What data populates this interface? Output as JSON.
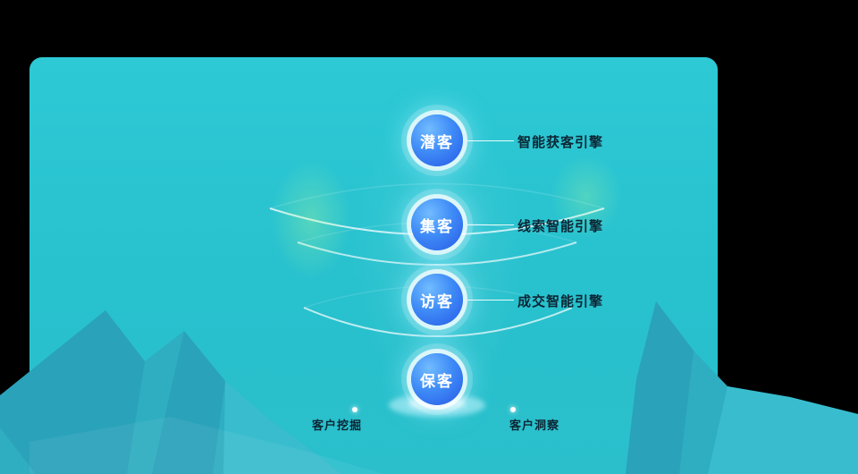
{
  "page": {
    "background_color": "#000000",
    "panel_color": "#29c2cf"
  },
  "funnel": {
    "stages": [
      {
        "label": "潜客",
        "engine": "智能获客引擎"
      },
      {
        "label": "集客",
        "engine": "线索智能引擎"
      },
      {
        "label": "访客",
        "engine": "成交智能引擎"
      },
      {
        "label": "保客"
      }
    ]
  },
  "footer": {
    "markers": [
      {
        "label": "客户挖掘"
      },
      {
        "label": "客户洞察"
      }
    ]
  },
  "colors": {
    "badge_blue": "#2f6ff0",
    "badge_highlight": "#72bcff",
    "halo_white": "rgba(255,255,255,0.75)",
    "engine_label_text": "#0d2634",
    "ring_white": "rgba(255,255,255,0.7)",
    "mountain_base": "#2fadc1",
    "mountain_shadow": "#2aa2ba",
    "mountain_light": "#39bdce"
  }
}
